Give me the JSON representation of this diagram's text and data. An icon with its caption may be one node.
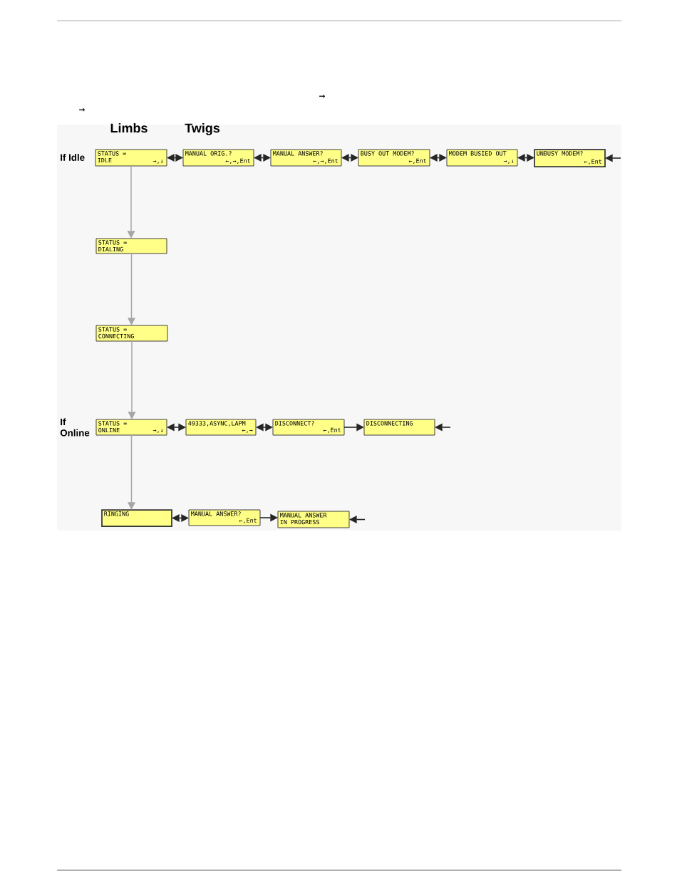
{
  "diagram": {
    "nodes": [
      {
        "text": [
          "STATUS = IDLE",
          "→,↓"
        ]
      },
      {
        "text": [
          "MANUAL ORIG.?",
          "←,→,Ent"
        ]
      },
      {
        "text": [
          "MANUAL ANSWER?",
          "←,→,Ent"
        ]
      },
      {
        "text": [
          "BUSY OUT MODEM?",
          "←,Ent"
        ]
      },
      {
        "text": [
          "MODEM BUSIED OUT",
          "→,↓"
        ]
      },
      {
        "text": [
          "UNBUSY MODEM?",
          "←,Ent"
        ]
      },
      {
        "text": [
          "STATUS = DIALING"
        ]
      },
      {
        "text": [
          "STATUS = CONNECTING"
        ]
      },
      {
        "text": [
          "STATUS = ONLINE",
          "→,↓"
        ]
      },
      {
        "text": [
          "49333,ASYNC,LAPM",
          "←,→"
        ]
      },
      {
        "text": [
          "DISCONNECT?",
          "←,Ent"
        ]
      },
      {
        "text": [
          "DISCONNECTING"
        ]
      },
      {
        "text": [
          "RINGING"
        ]
      },
      {
        "text": [
          "MANUAL ANSWER?",
          "←,Ent"
        ]
      },
      {
        "text": [
          "MANUAL ANSWER IN PROGRESS"
        ]
      }
    ],
    "edges": [
      {
        "from": 0,
        "to": 1,
        "arrow": "both"
      },
      {
        "from": 1,
        "to": 2,
        "arrow": "both"
      },
      {
        "from": 2,
        "to": 3,
        "arrow": "both"
      },
      {
        "from": 3,
        "to": 4,
        "arrow": "both"
      },
      {
        "from": 4,
        "to": 5,
        "arrow": "both"
      },
      {
        "from": null,
        "to": 5,
        "arrow": "to"
      },
      {
        "from": 0,
        "to": 6,
        "arrow": "to",
        "color": "#a6a6a6"
      },
      {
        "from": 6,
        "to": 7,
        "arrow": "to",
        "color": "#a6a6a6"
      },
      {
        "from": 7,
        "to": 8,
        "arrow": "to",
        "color": "#a6a6a6"
      },
      {
        "from": 8,
        "to": 12,
        "arrow": "to",
        "color": "#a6a6a6"
      },
      {
        "from": 8,
        "to": 9,
        "arrow": "both"
      },
      {
        "from": 9,
        "to": 10,
        "arrow": "both"
      },
      {
        "from": 10,
        "to": 11,
        "arrow": "to"
      },
      {
        "from": null,
        "to": 11,
        "arrow": "to"
      },
      {
        "from": 12,
        "to": 13,
        "arrow": "both"
      },
      {
        "from": 13,
        "to": 14,
        "arrow": "to"
      },
      {
        "from": null,
        "to": 14,
        "arrow": "to"
      }
    ],
    "labels": [
      "→",
      "→",
      "Limbs",
      "Twigs",
      "If Idle",
      "If Online"
    ]
  }
}
